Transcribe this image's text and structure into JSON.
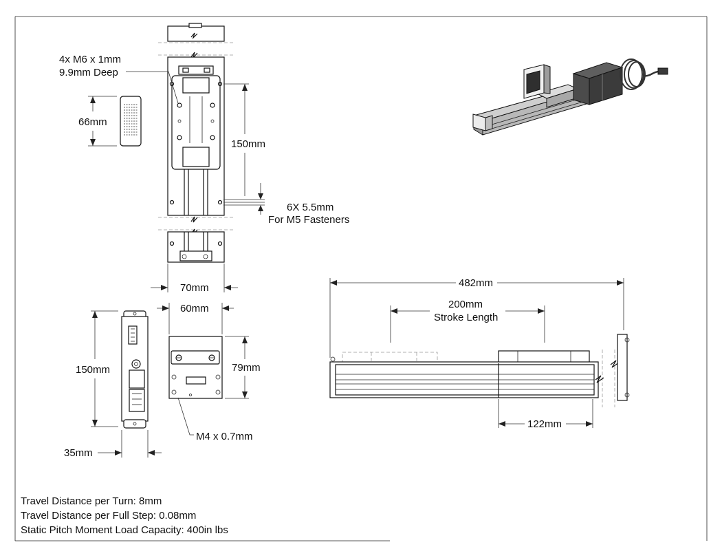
{
  "top_view": {
    "tap_callout_line1": "4x M6 x 1mm",
    "tap_callout_line2": "9.9mm Deep",
    "connector_height": "66mm",
    "hole_spacing": "150mm",
    "mount_hole_line1": "6X 5.5mm",
    "mount_hole_line2": "For M5 Fasteners",
    "width": "70mm"
  },
  "driver_view": {
    "height": "150mm",
    "width": "35mm"
  },
  "end_view": {
    "width": "60mm",
    "height": "79mm",
    "thread_callout": "M4 x 0.7mm"
  },
  "side_view": {
    "overall_length": "482mm",
    "stroke_value": "200mm",
    "stroke_label": "Stroke Length",
    "carriage_offset": "122mm"
  },
  "specs": [
    "Travel Distance per Turn: 8mm",
    "Travel Distance per Full Step: 0.08mm",
    "Static Pitch Moment Load Capacity: 400in lbs"
  ]
}
